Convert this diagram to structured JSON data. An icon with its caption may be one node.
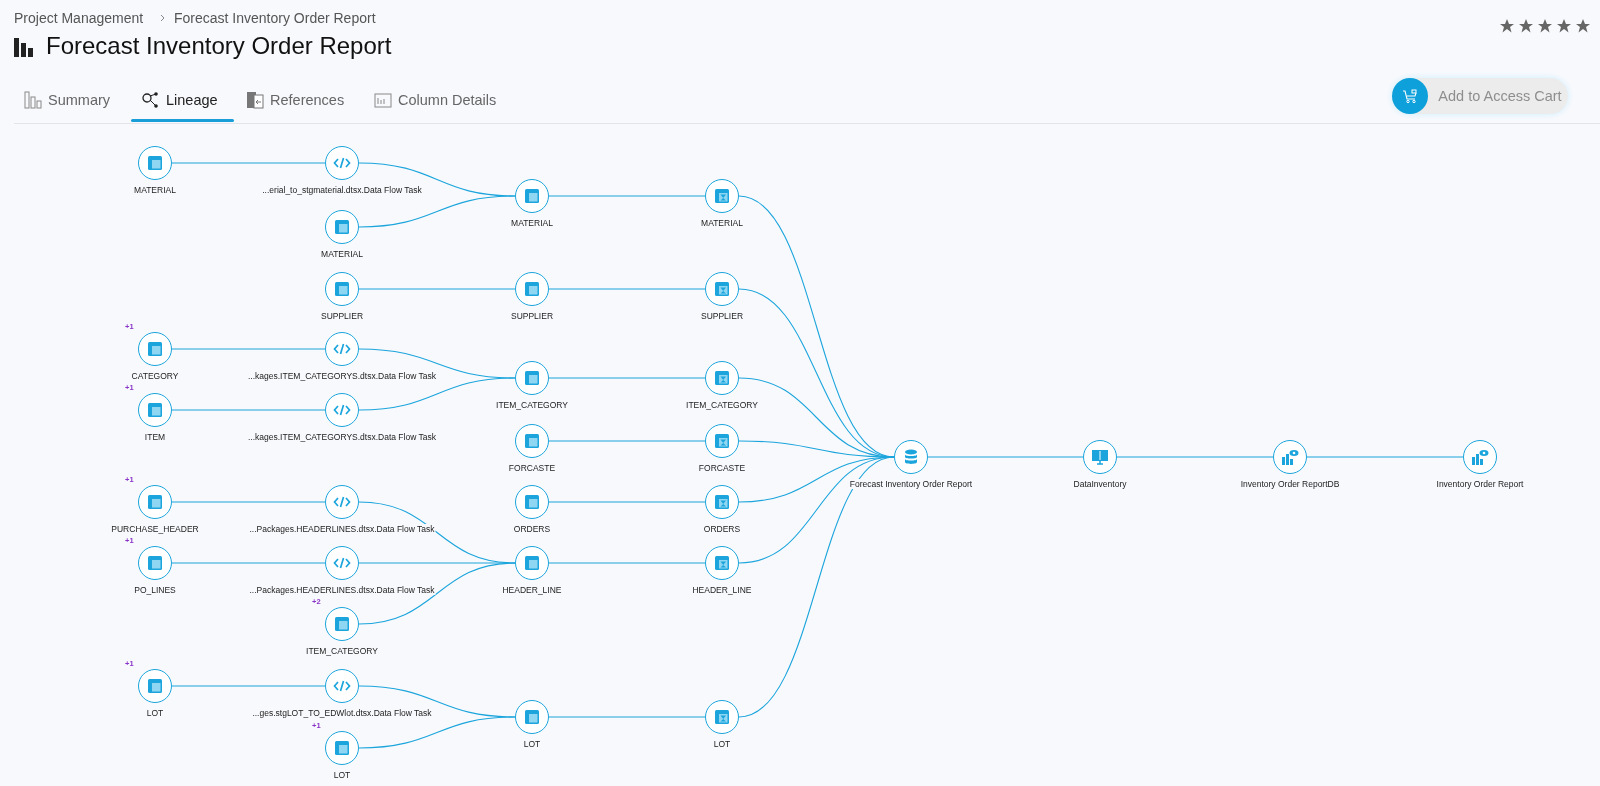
{
  "diagram": {
    "title": "Forecast Inventory Order Report",
    "nodes": [
      {
        "text": [
          "MATERIAL"
        ]
      },
      {
        "text": [
          "CATEGORY"
        ],
        "beside": [
          "+1"
        ]
      },
      {
        "text": [
          "ITEM"
        ],
        "beside": [
          "+1"
        ]
      },
      {
        "text": [
          "PURCHASE_HEADER"
        ],
        "beside": [
          "+1"
        ]
      },
      {
        "text": [
          "PO_LINES"
        ],
        "beside": [
          "+1"
        ]
      },
      {
        "text": [
          "LOT"
        ],
        "beside": [
          "+1"
        ]
      },
      {
        "text": [
          "...erial_to_stgmaterial.dtsx.Data Flow Task"
        ]
      },
      {
        "text": [
          "MATERIAL"
        ]
      },
      {
        "text": [
          "SUPPLIER"
        ]
      },
      {
        "text": [
          "...kages.ITEM_CATEGORYS.dtsx.Data Flow Task"
        ]
      },
      {
        "text": [
          "...kages.ITEM_CATEGORYS.dtsx.Data Flow Task"
        ]
      },
      {
        "text": [
          "...Packages.HEADERLINES.dtsx.Data Flow Task"
        ]
      },
      {
        "text": [
          "...Packages.HEADERLINES.dtsx.Data Flow Task"
        ]
      },
      {
        "text": [
          "ITEM_CATEGORY"
        ],
        "beside": [
          "+2"
        ]
      },
      {
        "text": [
          "...ges.stgLOT_TO_EDWlot.dtsx.Data Flow Task"
        ]
      },
      {
        "text": [
          "LOT"
        ],
        "beside": [
          "+1"
        ]
      },
      {
        "text": [
          "MATERIAL"
        ]
      },
      {
        "text": [
          "SUPPLIER"
        ]
      },
      {
        "text": [
          "ITEM_CATEGORY"
        ]
      },
      {
        "text": [
          "FORCASTE"
        ]
      },
      {
        "text": [
          "ORDERS"
        ]
      },
      {
        "text": [
          "HEADER_LINE"
        ]
      },
      {
        "text": [
          "LOT"
        ]
      },
      {
        "text": [
          "MATERIAL"
        ]
      },
      {
        "text": [
          "SUPPLIER"
        ]
      },
      {
        "text": [
          "ITEM_CATEGORY"
        ]
      },
      {
        "text": [
          "FORCASTE"
        ]
      },
      {
        "text": [
          "ORDERS"
        ]
      },
      {
        "text": [
          "HEADER_LINE"
        ]
      },
      {
        "text": [
          "LOT"
        ]
      },
      {
        "text": [
          "Forecast Inventory Order Report"
        ]
      },
      {
        "text": [
          "DataInventory"
        ]
      },
      {
        "text": [
          "Inventory Order ReportDB"
        ]
      },
      {
        "text": [
          "Inventory Order Report"
        ]
      }
    ],
    "edges": [
      {
        "from": 0,
        "to": 6,
        "arrow": "none"
      },
      {
        "from": 6,
        "to": 16,
        "arrow": "none"
      },
      {
        "from": 7,
        "to": 16,
        "arrow": "none"
      },
      {
        "from": 8,
        "to": 17,
        "arrow": "none"
      },
      {
        "from": 1,
        "to": 9,
        "arrow": "none"
      },
      {
        "from": 9,
        "to": 18,
        "arrow": "none"
      },
      {
        "from": 2,
        "to": 10,
        "arrow": "none"
      },
      {
        "from": 10,
        "to": 18,
        "arrow": "none"
      },
      {
        "from": 3,
        "to": 11,
        "arrow": "none"
      },
      {
        "from": 11,
        "to": 21,
        "arrow": "none"
      },
      {
        "from": 4,
        "to": 12,
        "arrow": "none"
      },
      {
        "from": 12,
        "to": 21,
        "arrow": "none"
      },
      {
        "from": 13,
        "to": 21,
        "arrow": "none"
      },
      {
        "from": 5,
        "to": 14,
        "arrow": "none"
      },
      {
        "from": 14,
        "to": 22,
        "arrow": "none"
      },
      {
        "from": 15,
        "to": 22,
        "arrow": "none"
      },
      {
        "from": 16,
        "to": 23,
        "arrow": "none"
      },
      {
        "from": 17,
        "to": 24,
        "arrow": "none"
      },
      {
        "from": 18,
        "to": 25,
        "arrow": "none"
      },
      {
        "from": 19,
        "to": 26,
        "arrow": "none"
      },
      {
        "from": 20,
        "to": 27,
        "arrow": "none"
      },
      {
        "from": 21,
        "to": 28,
        "arrow": "none"
      },
      {
        "from": 22,
        "to": 29,
        "arrow": "none"
      },
      {
        "from": 23,
        "to": 30,
        "arrow": "none"
      },
      {
        "from": 24,
        "to": 30,
        "arrow": "none"
      },
      {
        "from": 25,
        "to": 30,
        "arrow": "none"
      },
      {
        "from": 26,
        "to": 30,
        "arrow": "none"
      },
      {
        "from": 27,
        "to": 30,
        "arrow": "none"
      },
      {
        "from": 28,
        "to": 30,
        "arrow": "none"
      },
      {
        "from": 29,
        "to": 30,
        "arrow": "none"
      },
      {
        "from": 30,
        "to": 31,
        "arrow": "none"
      },
      {
        "from": 31,
        "to": 32,
        "arrow": "none"
      },
      {
        "from": 32,
        "to": 33,
        "arrow": "none"
      }
    ],
    "labels": [
      "Project Management",
      "Forecast Inventory Order Report",
      "Summary",
      "Lineage",
      "References",
      "Column Details",
      "Add to Access Cart"
    ]
  }
}
